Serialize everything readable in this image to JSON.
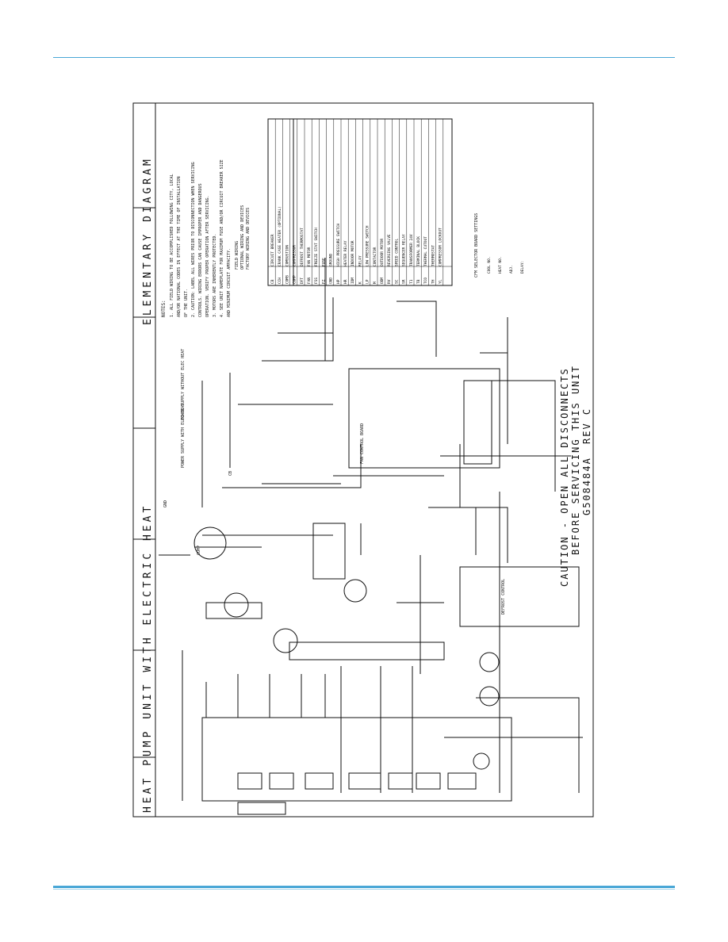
{
  "diagram": {
    "title_left": "HEAT PUMP UNIT WITH ELECTRIC HEAT",
    "title_right": "ELEMENTARY DIAGRAM",
    "caution_line1": "CAUTION - OPEN ALL DISCONNECTS",
    "caution_line2": "BEFORE SERVICING THIS UNIT",
    "part_number": "G508484A",
    "revision": "REV C",
    "notes_title": "NOTES:",
    "notes": [
      "1. ALL FIELD WIRING TO BE ACCOMPLISHED FOLLOWING CITY, LOCAL",
      "   AND/OR NATIONAL CODES IN EFFECT AT THE TIME OF INSTALLATION",
      "   OF THE UNIT.",
      "2. CAUTION: LABEL ALL WIRES PRIOR TO DISCONNECTION WHEN SERVICING",
      "   CONTROLS. WIRING ERRORS CAN CAUSE IMPROPER AND DANGEROUS",
      "   OPERATION. VERIFY PROPER OPERATION AFTER SERVICING.",
      "3. MOTORS ARE INHERENTLY PROTECTED.",
      "4. SEE UNIT NAMEPLATE FOR MAXIMUM FUSE AND/OR CIRCUIT BREAKER SIZE",
      "   AND MINIMUM CIRCUIT AMPACITY."
    ],
    "wiring_legend": [
      "FIELD WIRING",
      "OPTIONAL WIRING AND DEVICES",
      "FACTORY WIRING AND DEVICES"
    ],
    "legend_rows": [
      [
        "CB",
        "CIRCUIT BREAKER"
      ],
      [
        "CCH",
        "CRANK CASE HEATER (OPTIONAL)"
      ],
      [
        "COMB",
        "COMBUSTION"
      ],
      [
        "COMP",
        "COMPRESSOR"
      ],
      [
        "DFT",
        "DEFROST THERMOSTAT"
      ],
      [
        "FAN",
        "FAN MOTOR"
      ],
      [
        "FSS",
        "FREEZE STAT SWITCH"
      ],
      [
        "FZ",
        "FUSE"
      ],
      [
        "GND",
        "GROUND"
      ],
      [
        "HP",
        "HIGH PRESSURE SWITCH"
      ],
      [
        "HR",
        "HEATER RELAY"
      ],
      [
        "IDM",
        "INDOOR MOTOR"
      ],
      [
        "K",
        "RELAY"
      ],
      [
        "LP",
        "LOW PRESSURE SWITCH"
      ],
      [
        "M",
        "CONTACTOR"
      ],
      [
        "ODM",
        "OUTDOOR MOTOR"
      ],
      [
        "RV",
        "REVERSING VALVE"
      ],
      [
        "SC",
        "SPEED CONTROL"
      ],
      [
        "SR",
        "SEQUENCER RELAY"
      ],
      [
        "T1",
        "TRANSFORMER 24V"
      ],
      [
        "TB",
        "TERMINAL BLOCK"
      ],
      [
        "TCO",
        "THERMAL CUTOUT"
      ],
      [
        "TH",
        "THERMOSTAT"
      ],
      [
        "YL",
        "COMPRESSOR LOCKOUT"
      ]
    ],
    "cfm_title": "CFM SELECTOR BOARD SETTINGS",
    "cfm_rows": [
      "COOL NO.",
      "HEAT NO.",
      "ADJ.",
      "DELAY:"
    ],
    "component_labels": {
      "comp": "COMP",
      "gnd": "GND",
      "cb": "CB",
      "fan_control": "FAN CONTROL BOARD",
      "defrost": "DEFROST CONTROL",
      "power_supply_1": "POWER SUPPLY WITH ELEC HEAT",
      "power_supply_2": "POWER SUPPLY WITHOUT ELEC HEAT"
    }
  }
}
